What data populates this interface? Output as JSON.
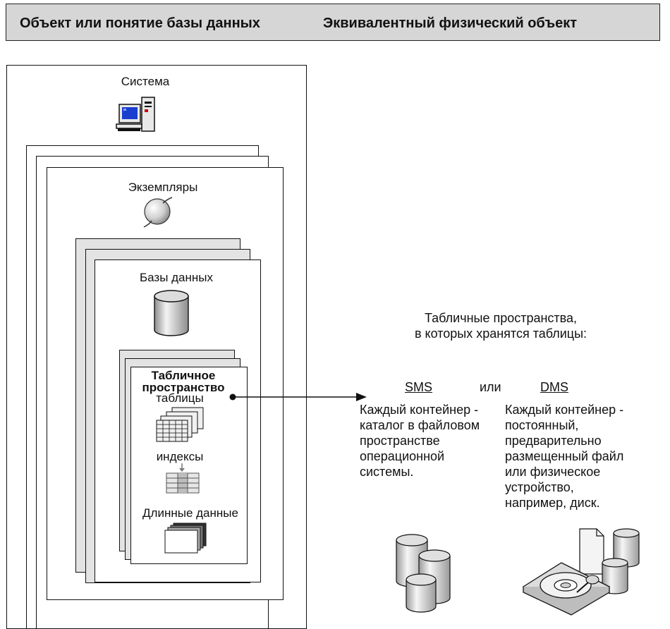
{
  "header": {
    "left_title": "Объект или понятие базы данных",
    "right_title": "Эквивалентный физический объект"
  },
  "hierarchy": {
    "system_label": "Система",
    "instances_label": "Экземпляры",
    "databases_label": "Базы данных",
    "tablespace_label_line1": "Табличное",
    "tablespace_label_line2": "пространство",
    "tables_label": "таблицы",
    "indexes_label": "индексы",
    "long_data_label": "Длинные данные"
  },
  "physical": {
    "intro_line1": "Табличные пространства,",
    "intro_line2": "в которых хранятся таблицы:",
    "sms_label": "SMS",
    "or_label": "или",
    "dms_label": "DMS",
    "sms_desc": [
      "Каждый контейнер -",
      "каталог в файловом",
      "пространстве",
      "операционной",
      "системы."
    ],
    "dms_desc": [
      "Каждый контейнер -",
      "постоянный,",
      "предварительно",
      "размещенный файл",
      "или физическое",
      "устройство,",
      "например, диск."
    ]
  },
  "icons": {
    "system": "computer-icon",
    "instances": "sphere-icon",
    "databases": "cylinder-icon",
    "tables": "table-stack-icon",
    "indexes": "index-table-icon",
    "long_data": "document-stack-icon",
    "sms": "cylinders-icon",
    "dms": "disk-drive-icon"
  }
}
